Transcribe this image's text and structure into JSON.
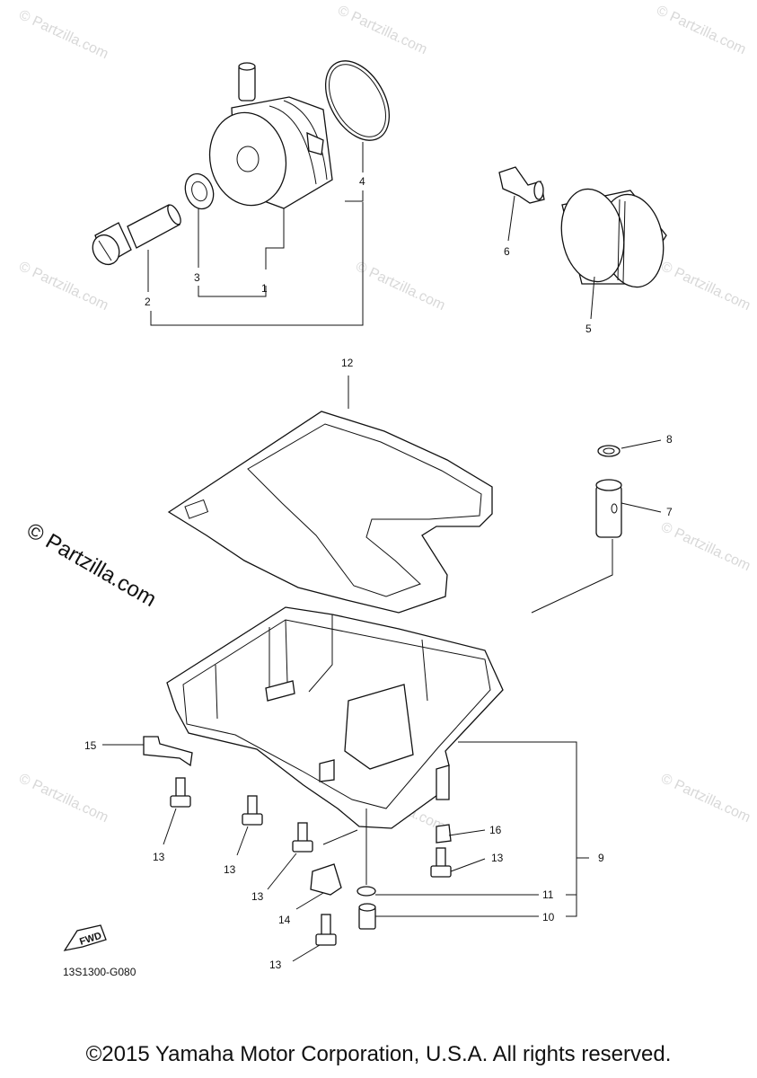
{
  "watermark": {
    "text": "© Partzilla.com",
    "prominent": "© Partzilla.com"
  },
  "callouts": {
    "c1": "1",
    "c2": "2",
    "c3": "3",
    "c4": "4",
    "c5": "5",
    "c6": "6",
    "c7": "7",
    "c8": "8",
    "c9": "9",
    "c10": "10",
    "c11": "11",
    "c12": "12",
    "c13": "13",
    "c14": "14",
    "c15": "15",
    "c16": "16"
  },
  "fwd_label": "FWD",
  "diagram_code": "13S1300-G080",
  "copyright": "©2015 Yamaha Motor Corporation, U.S.A. All rights reserved."
}
